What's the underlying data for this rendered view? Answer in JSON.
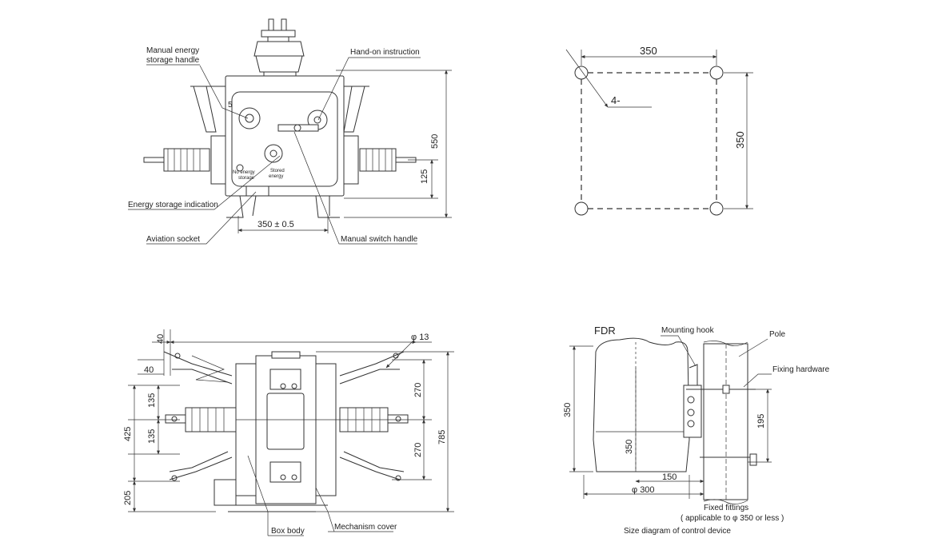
{
  "front_view": {
    "label_manual_energy_line1": "Manual energy",
    "label_manual_energy_line2": "storage handle",
    "label_hand_on": "Hand-on instruction",
    "label_energy_indication": "Energy storage indication",
    "label_aviation_socket": "Aviation socket",
    "label_manual_switch": "Manual switch handle",
    "dim_width": "350 ± 0.5",
    "dim_height": "550",
    "dim_125": "125",
    "no_energy_line1": "No energy",
    "no_energy_line2": "storage",
    "stored_line1": "Stored",
    "stored_line2": "energy",
    "digit_5": "5"
  },
  "hole_layout": {
    "dim_top": "350",
    "dim_side": "350",
    "hole_label": "4-"
  },
  "top_view": {
    "dim_40a": "40",
    "dim_40b": "40",
    "dim_phi13": "φ 13",
    "dim_135a": "135",
    "dim_135b": "135",
    "dim_425": "425",
    "dim_205": "205",
    "dim_270a": "270",
    "dim_270b": "270",
    "dim_785": "785",
    "label_box_body": "Box body",
    "label_mechanism_cover": "Mechanism cover"
  },
  "control_device": {
    "label_fdr": "FDR",
    "label_mounting_hook": "Mounting hook",
    "label_pole": "Pole",
    "label_fixing_hardware": "Fixing hardware",
    "dim_350_left": "350",
    "dim_350_inner": "350",
    "dim_150": "150",
    "dim_phi300": "φ 300",
    "dim_195": "195",
    "fixed_fittings_line1": "Fixed fittings",
    "fixed_fittings_line2": "( applicable to φ 350 or less )",
    "caption": "Size diagram of control device"
  }
}
